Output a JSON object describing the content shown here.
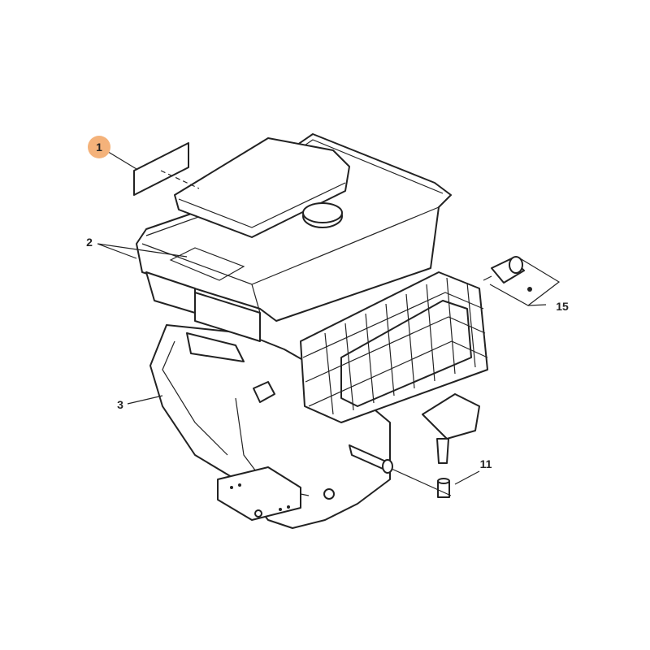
{
  "diagram": {
    "callouts": [
      {
        "id": "1",
        "label": "1",
        "highlighted": true
      },
      {
        "id": "2",
        "label": "2",
        "highlighted": false
      },
      {
        "id": "3",
        "label": "3",
        "highlighted": false
      },
      {
        "id": "11",
        "label": "11",
        "highlighted": false
      },
      {
        "id": "15",
        "label": "15",
        "highlighted": false
      }
    ],
    "highlight_color": "#F4B27A"
  }
}
